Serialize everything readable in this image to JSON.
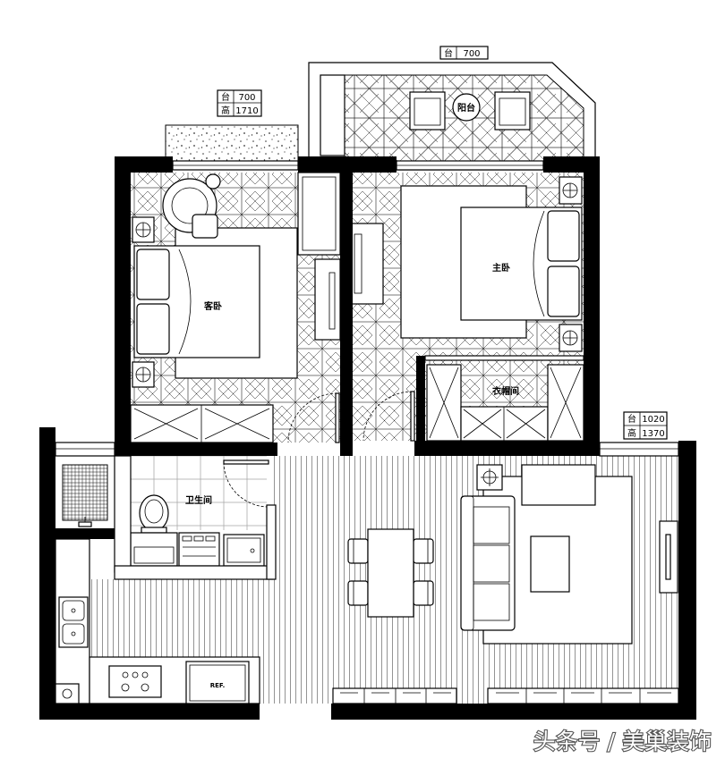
{
  "balcony_label": {
    "sill_key": "台",
    "sill_value": "700"
  },
  "balcony_name": "阳台",
  "guest_window_label": {
    "sill_key": "台",
    "sill_value": "700",
    "height_key": "高",
    "height_value": "1710"
  },
  "guest_bedroom": "客卧",
  "master_bedroom": "主卧",
  "walk_in_closet": "衣帽间",
  "bathroom": "卫生间",
  "living_window_label": {
    "sill_key": "台",
    "sill_value": "1020",
    "height_key": "高",
    "height_value": "1370"
  },
  "fridge": "REF.",
  "watermark": "头条号 / 美巢装饰",
  "colors": {
    "line": "#000000",
    "background": "#ffffff"
  }
}
